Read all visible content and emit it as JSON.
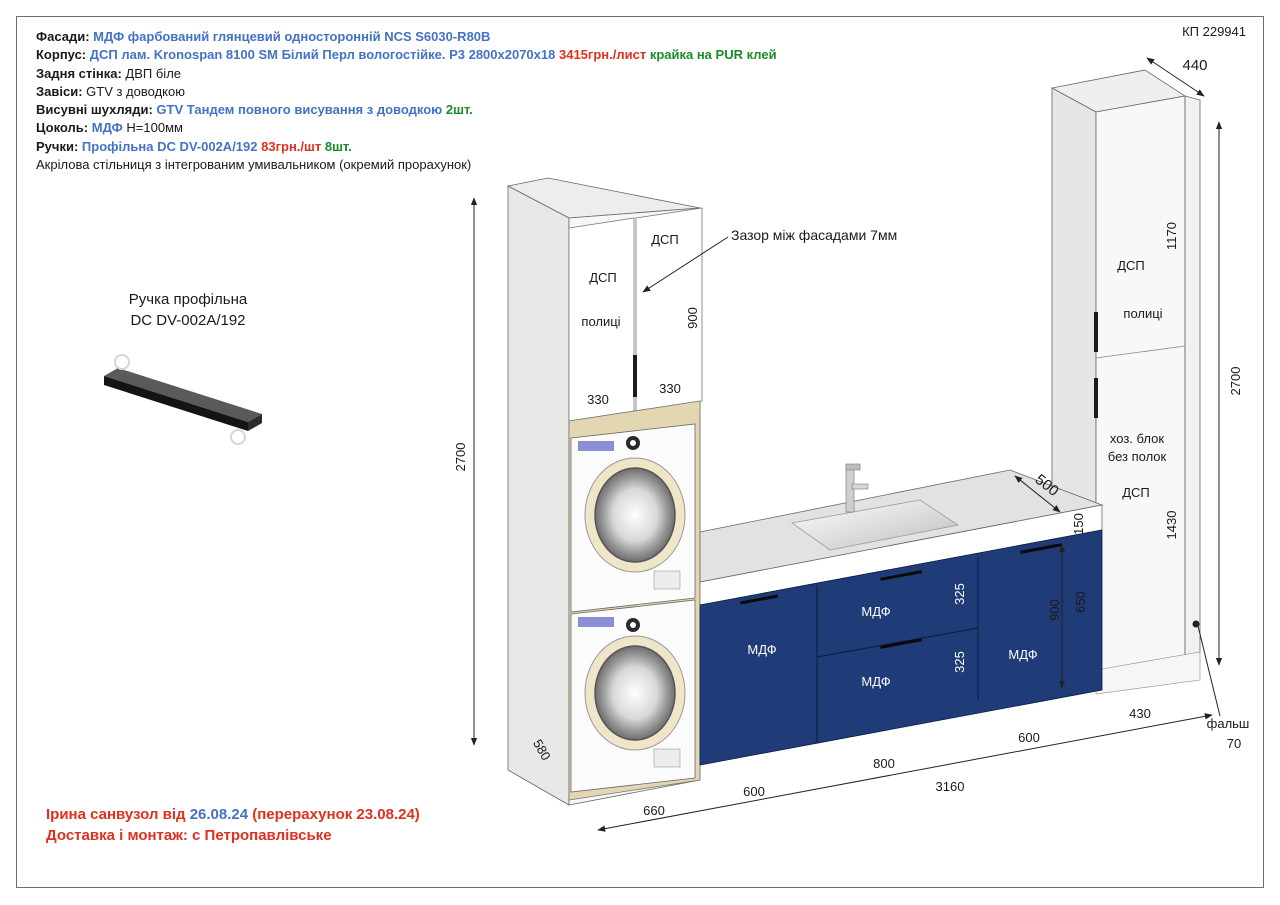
{
  "doc_number": "КП 229941",
  "spec": {
    "facades": {
      "label": "Фасади:",
      "value": "МДФ фарбований глянцевий односторонній NCS S6030-R80B"
    },
    "body": {
      "label": "Корпус:",
      "value": "ДСП лам. Kronospan 8100 SM Білий Перл вологостійке. Р3 2800х2070х18",
      "price": "3415грн./лист",
      "edge": "крайка на PUR клей"
    },
    "back": {
      "label": "Задня стінка:",
      "value": " ДВП біле"
    },
    "hinges": {
      "label": "Завіси:",
      "value": " GTV з доводкою"
    },
    "drawers": {
      "label": "Висувні шухляди:",
      "value": "GTV Тандем повного висування з доводкою",
      "count": "2шт."
    },
    "plinth": {
      "label": "Цоколь:",
      "value": "МДФ",
      "height": " Н=100мм"
    },
    "handles": {
      "label": "Ручки:",
      "value": "Профільна DC DV-002A/192",
      "price": "83грн./шт",
      "count": "8шт."
    },
    "countertop": "Акрілова стільниця з інтегрованим умивальником (окремий прорахунок)"
  },
  "handle_caption": {
    "line1": "Ручка профільна",
    "line2": "DC DV-002A/192"
  },
  "footer": {
    "client_prefix": "Ірина санвузол від ",
    "date": "26.08.24",
    "recalc": " (перерахунок 23.08.24)",
    "delivery": "Доставка і монтаж: с Петропавлівське"
  },
  "labels": {
    "dsp": "ДСП",
    "shelves": "полиці",
    "mdf": "МДФ",
    "gap_note": "Зазор між фасадами 7мм",
    "utility_1": "хоз. блок",
    "utility_2": "без полок",
    "falsh": "фальш",
    "falsh_val": "70"
  },
  "dimensions": {
    "h2700_left": "2700",
    "h2700_right": "2700",
    "d580": "580",
    "w330_a": "330",
    "w330_b": "330",
    "h900_top": "900",
    "w660": "660",
    "w600_a": "600",
    "w800": "800",
    "w3160": "3160",
    "w600_b": "600",
    "w430": "430",
    "d440": "440",
    "d500": "500",
    "h150": "150",
    "h650": "650",
    "h900_base": "900",
    "h325_a": "325",
    "h325_b": "325",
    "h1170": "1170",
    "h1430": "1430"
  },
  "colors": {
    "facade_navy": "#1f3c78",
    "body_white": "#f4f4f4",
    "accent_blue": "#4472c4",
    "accent_red": "#e0301e",
    "accent_green": "#1a8c2a"
  },
  "icons": [
    "handle-profile-icon",
    "washing-machine-icon",
    "faucet-icon",
    "sink-icon"
  ]
}
